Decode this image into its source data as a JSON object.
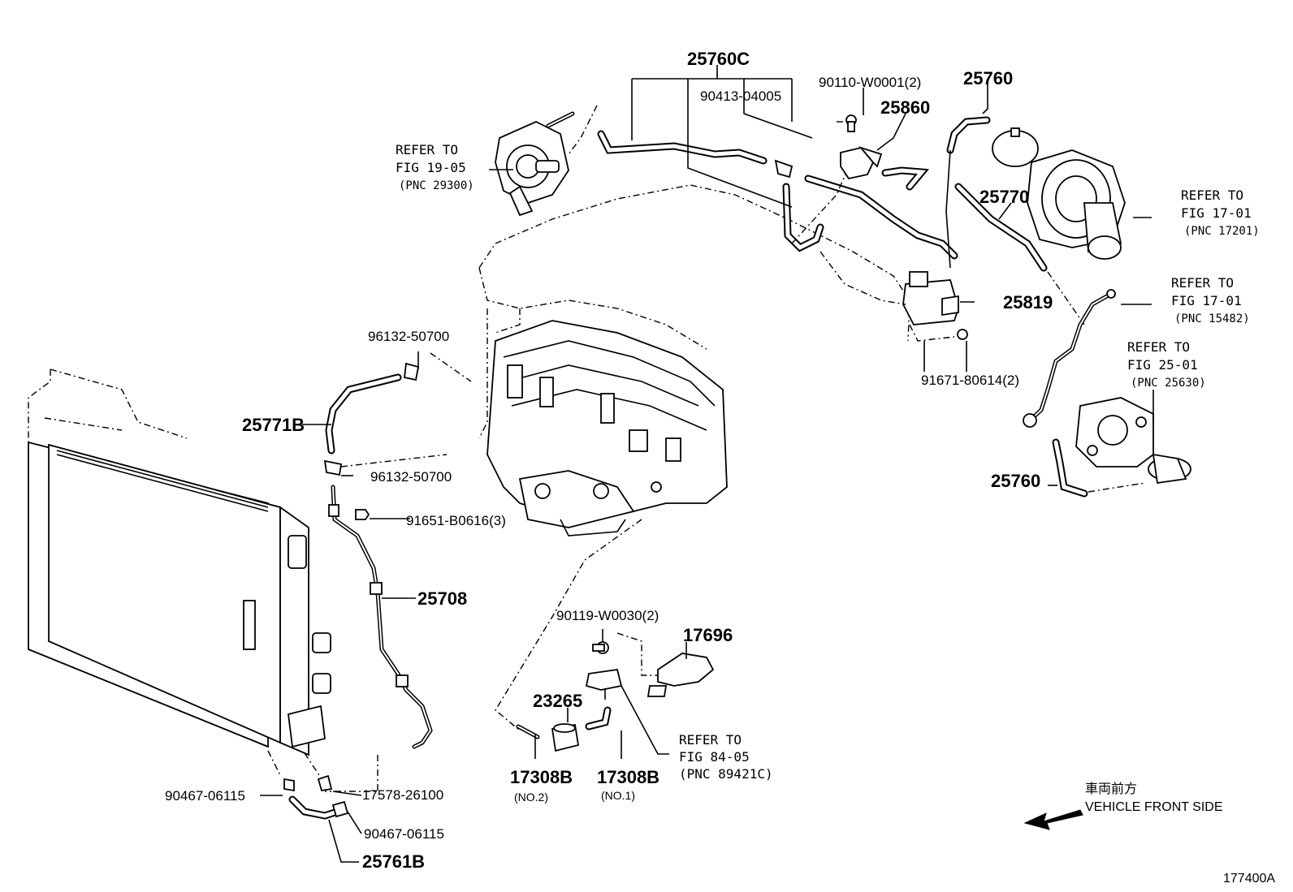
{
  "diagram_id": "177400A",
  "direction": {
    "label_jp": "車両前方",
    "label_en": "VEHICLE FRONT SIDE"
  },
  "parts": {
    "p25760C": "25760C",
    "p90413": "90413-04005",
    "p90110": "90110-W0001(2)",
    "p25860": "25860",
    "p25760_top": "25760",
    "p25770": "25770",
    "p25819": "25819",
    "p91671": "91671-80614(2)",
    "p96132_a": "96132-50700",
    "p25771B": "25771B",
    "p96132_b": "96132-50700",
    "p91651": "91651-B0616(3)",
    "p25708": "25708",
    "p90119": "90119-W0030(2)",
    "p17696": "17696",
    "p23265": "23265",
    "p17308B_a": "17308B",
    "p17308B_a_note": "(NO.2)",
    "p17308B_b": "17308B",
    "p17308B_b_note": "(NO.1)",
    "p25760_bottom": "25760",
    "p90467_a": "90467-06115",
    "p17578": "17578-26100",
    "p90467_b": "90467-06115",
    "p25761B": "25761B"
  },
  "references": {
    "r19": {
      "line1": "REFER TO",
      "line2": "FIG 19-05",
      "line3": "(PNC 29300)"
    },
    "r17a": {
      "line1": "REFER TO",
      "line2": "FIG 17-01",
      "line3": "(PNC 17201)"
    },
    "r17b": {
      "line1": "REFER TO",
      "line2": "FIG 17-01",
      "line3": "(PNC 15482)"
    },
    "r25": {
      "line1": "REFER TO",
      "line2": "FIG 25-01",
      "line3": "(PNC 25630)"
    },
    "r84": {
      "line1": "REFER TO",
      "line2": "FIG 84-05",
      "line3": "(PNC 89421C)"
    }
  }
}
